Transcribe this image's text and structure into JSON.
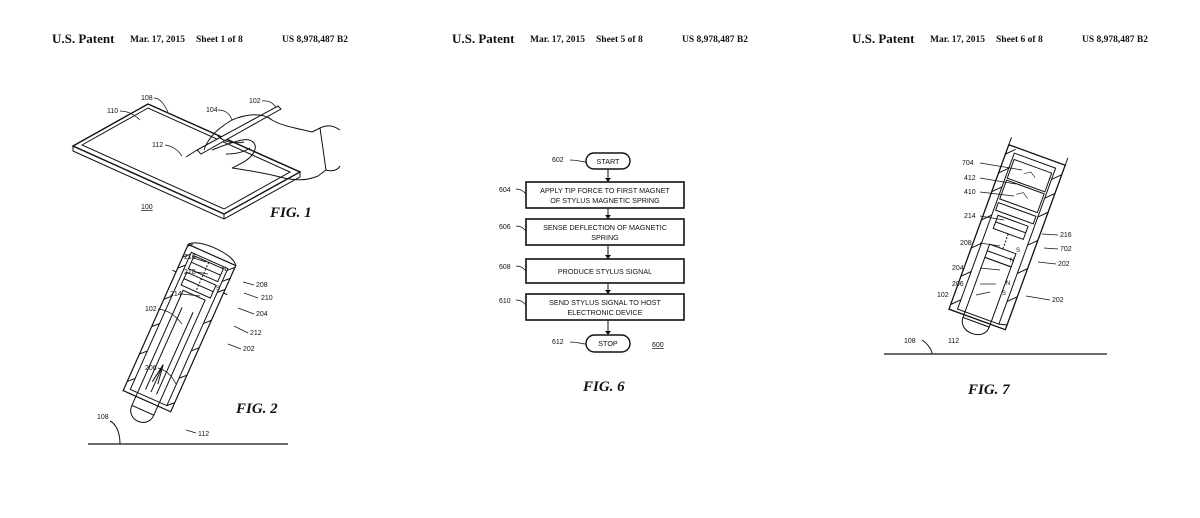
{
  "sheets": [
    {
      "office": "U.S. Patent",
      "date": "Mar. 17, 2015",
      "sheet_no": "Sheet 1 of 8",
      "patent_no": "US 8,978,487 B2",
      "figures": [
        {
          "caption": "FIG. 1",
          "refs": {
            "r108": "108",
            "r104": "104",
            "r102": "102",
            "r110": "110",
            "r112": "112",
            "r100": "100"
          }
        },
        {
          "caption": "FIG. 2",
          "refs": {
            "r216": "216",
            "r218": "218",
            "r208": "208",
            "r210": "210",
            "r214": "214",
            "r204": "204",
            "r102": "102",
            "r212": "212",
            "r202": "202",
            "r206": "206",
            "r108": "108",
            "r112": "112"
          },
          "magnet_letters": {
            "n": "N",
            "s": "S"
          }
        }
      ]
    },
    {
      "office": "U.S. Patent",
      "date": "Mar. 17, 2015",
      "sheet_no": "Sheet 5 of 8",
      "patent_no": "US 8,978,487 B2",
      "figures": [
        {
          "caption": "FIG. 6",
          "ref": "600",
          "steps": [
            {
              "ref": "602",
              "line1": "START",
              "line2": ""
            },
            {
              "ref": "604",
              "line1": "APPLY TIP FORCE TO FIRST MAGNET",
              "line2": "OF STYLUS MAGNETIC SPRING"
            },
            {
              "ref": "606",
              "line1": "SENSE DEFLECTION OF MAGNETIC",
              "line2": "SPRING"
            },
            {
              "ref": "608",
              "line1": "PRODUCE STYLUS SIGNAL",
              "line2": ""
            },
            {
              "ref": "610",
              "line1": "SEND STYLUS SIGNAL TO HOST",
              "line2": "ELECTRONIC DEVICE"
            },
            {
              "ref": "612",
              "line1": "STOP",
              "line2": ""
            }
          ]
        }
      ]
    },
    {
      "office": "U.S. Patent",
      "date": "Mar. 17, 2015",
      "sheet_no": "Sheet 6 of 8",
      "patent_no": "US 8,978,487 B2",
      "figures": [
        {
          "caption": "FIG. 7",
          "refs": {
            "r704": "704",
            "r412": "412",
            "r410": "410",
            "r214": "214",
            "r216": "216",
            "r208": "208",
            "r702": "702",
            "r202a": "202",
            "r204": "204",
            "r206": "206",
            "r102": "102",
            "r202b": "202",
            "r108": "108",
            "r112": "112"
          },
          "magnet_letters": {
            "s1": "S",
            "n1": "N",
            "n2": "N",
            "s2": "S"
          }
        }
      ]
    }
  ]
}
